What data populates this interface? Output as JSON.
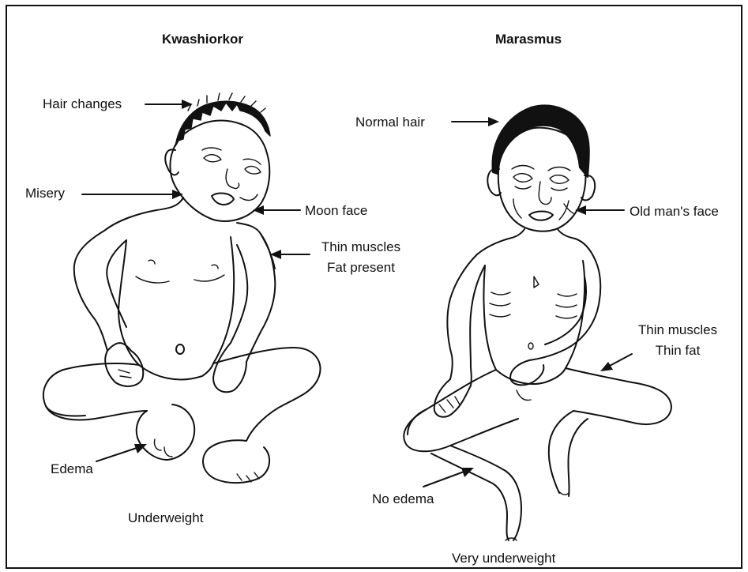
{
  "left_panel": {
    "title": "Kwashiorkor",
    "labels": {
      "hair": "Hair changes",
      "misery": "Misery",
      "face": "Moon face",
      "muscle_line1": "Thin muscles",
      "muscle_line2": "Fat present",
      "edema": "Edema",
      "weight": "Underweight"
    }
  },
  "right_panel": {
    "title": "Marasmus",
    "labels": {
      "hair": "Normal hair",
      "face": "Old man's face",
      "muscle_line1": "Thin muscles",
      "muscle_line2": "Thin fat",
      "edema": "No edema",
      "weight": "Very underweight"
    }
  },
  "colors": {
    "ink": "#111111",
    "background": "#ffffff"
  }
}
